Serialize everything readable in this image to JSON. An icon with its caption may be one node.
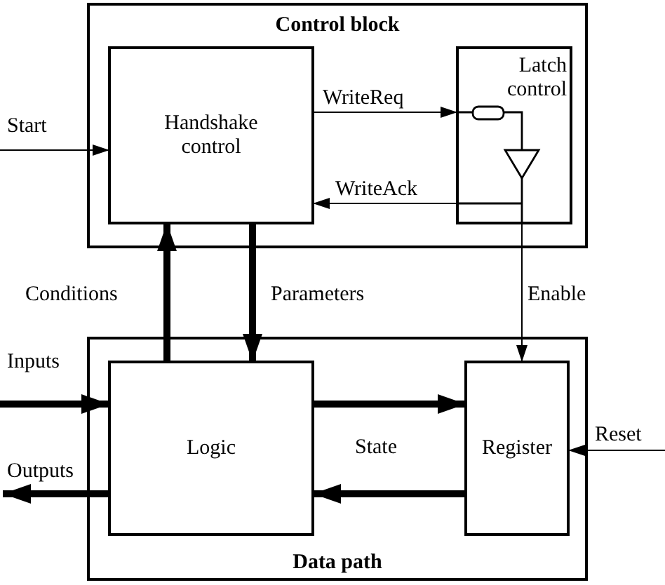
{
  "diagram": {
    "nodes": [
      {
        "text": [
          "Control block"
        ]
      },
      {
        "text": [
          "Handshake control"
        ],
        "in": 0
      },
      {
        "text": [
          "Latch control"
        ],
        "in": 0
      },
      {
        "text": [
          "Data path"
        ]
      },
      {
        "text": [
          "Logic"
        ],
        "in": 3
      },
      {
        "text": [
          "Register"
        ],
        "in": 3
      }
    ],
    "edges": [
      {
        "from": null,
        "to": 1,
        "arrow": "to",
        "label": "Start"
      },
      {
        "from": 1,
        "to": 2,
        "arrow": "to",
        "label": "WriteReq"
      },
      {
        "from": 2,
        "to": 1,
        "arrow": "to",
        "label": "WriteAck"
      },
      {
        "from": 4,
        "to": 1,
        "arrow": "to",
        "label": "Conditions"
      },
      {
        "from": 1,
        "to": 4,
        "arrow": "to",
        "label": "Parameters"
      },
      {
        "from": 2,
        "to": 5,
        "arrow": "to",
        "label": "Enable"
      },
      {
        "from": null,
        "to": 4,
        "arrow": "to",
        "label": "Inputs"
      },
      {
        "from": 4,
        "to": null,
        "arrow": "to",
        "label": "Outputs"
      },
      {
        "from": 4,
        "to": 5,
        "arrow": "to"
      },
      {
        "from": 5,
        "to": 4,
        "arrow": "to",
        "label": "State"
      },
      {
        "from": null,
        "to": 5,
        "arrow": "to",
        "label": "Reset"
      }
    ]
  }
}
